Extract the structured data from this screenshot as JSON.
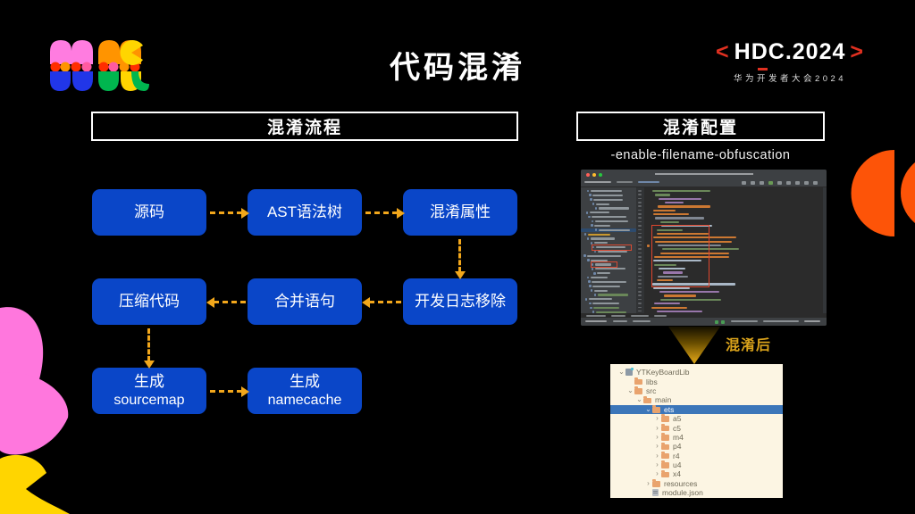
{
  "slide": {
    "title": "代码混淆",
    "brand": {
      "logo_alt": "HDC",
      "tag_open": "<",
      "tag_name": "HDC.2024",
      "tag_close": ">",
      "subtitle": "华为开发者大会2024"
    },
    "left_panel": {
      "heading": "混淆流程",
      "boxes": {
        "source": "源码",
        "ast": "AST语法树",
        "prop": "混淆属性",
        "log_removal": "开发日志移除",
        "merge": "合并语句",
        "compress": "压缩代码",
        "sourcemap_line1": "生成",
        "sourcemap_line2": "sourcemap",
        "namecache_line1": "生成",
        "namecache_line2": "namecache"
      }
    },
    "right_panel": {
      "heading": "混淆配置",
      "flag": "-enable-filename-obfuscation",
      "after_label": "混淆后",
      "file_tree": {
        "items": [
          {
            "label": "YTKeyBoardLib",
            "depth": 0,
            "chevron": "v",
            "icon": "module",
            "selected": false
          },
          {
            "label": "libs",
            "depth": 1,
            "chevron": "",
            "icon": "folder",
            "selected": false
          },
          {
            "label": "src",
            "depth": 1,
            "chevron": "v",
            "icon": "folder",
            "selected": false
          },
          {
            "label": "main",
            "depth": 2,
            "chevron": "v",
            "icon": "folder",
            "selected": false
          },
          {
            "label": "ets",
            "depth": 3,
            "chevron": "v",
            "icon": "folder",
            "selected": true
          },
          {
            "label": "a5",
            "depth": 4,
            "chevron": ">",
            "icon": "folder",
            "selected": false
          },
          {
            "label": "c5",
            "depth": 4,
            "chevron": ">",
            "icon": "folder",
            "selected": false
          },
          {
            "label": "m4",
            "depth": 4,
            "chevron": ">",
            "icon": "folder",
            "selected": false
          },
          {
            "label": "p4",
            "depth": 4,
            "chevron": ">",
            "icon": "folder",
            "selected": false
          },
          {
            "label": "r4",
            "depth": 4,
            "chevron": ">",
            "icon": "folder",
            "selected": false
          },
          {
            "label": "u4",
            "depth": 4,
            "chevron": ">",
            "icon": "folder",
            "selected": false
          },
          {
            "label": "x4",
            "depth": 4,
            "chevron": ">",
            "icon": "folder",
            "selected": false
          },
          {
            "label": "resources",
            "depth": 3,
            "chevron": ">",
            "icon": "folder",
            "selected": false
          },
          {
            "label": "module.json",
            "depth": 3,
            "chevron": "",
            "icon": "file",
            "selected": false
          }
        ]
      }
    },
    "colors": {
      "box_blue": "#0a46c8",
      "arrow_gold": "#f2a71b",
      "brand_red": "#e03020",
      "after_gold": "#d9a21b"
    }
  }
}
